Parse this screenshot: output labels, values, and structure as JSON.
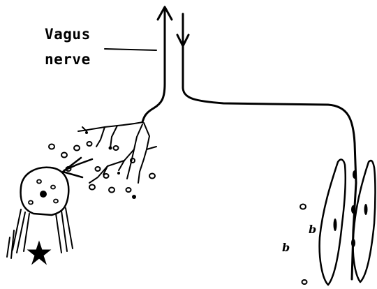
{
  "labels": {
    "nerve_line1": "Vagus",
    "nerve_line2": "nerve",
    "small_b_1": "b",
    "small_b_2": "b"
  },
  "colors": {
    "ink": "#000000",
    "background": "#ffffff"
  },
  "icons": {
    "release_arrow": "open-arrow-icon",
    "receptor": "star-icon"
  }
}
